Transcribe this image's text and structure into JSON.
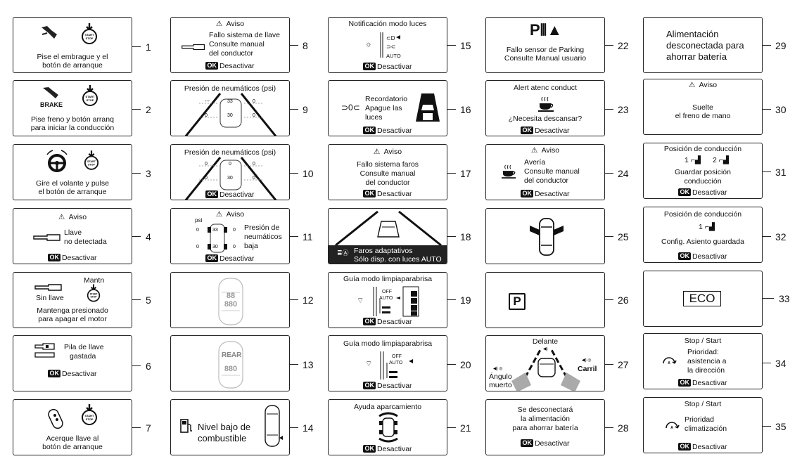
{
  "panels": [
    {
      "num": "1",
      "lines": [
        "Pise el embrague y el",
        "botón de arranque"
      ]
    },
    {
      "num": "2",
      "brake": "BRAKE",
      "lines": [
        "Pise freno y botón arranq",
        "para iniciar la conducción"
      ]
    },
    {
      "num": "3",
      "lines": [
        "Gire el volante y pulse",
        "el botón de arranque"
      ]
    },
    {
      "num": "4",
      "warn": "Aviso",
      "lines": [
        "Llave",
        "no detectada"
      ],
      "ok": "OK",
      "action": "Desactivar"
    },
    {
      "num": "5",
      "top": "Mantn",
      "left": "Sin llave",
      "lines": [
        "Mantenga presionado",
        "para apagar el motor"
      ]
    },
    {
      "num": "6",
      "lines": [
        "Pila de llave",
        "gastada"
      ],
      "ok": "OK",
      "action": "Desactivar"
    },
    {
      "num": "7",
      "lines": [
        "Acerque llave al",
        "botón de arranque"
      ]
    },
    {
      "num": "8",
      "warn": "Aviso",
      "lines": [
        "Fallo sistema de llave",
        "Consulte manual",
        "del conductor"
      ],
      "ok": "OK",
      "action": "Desactivar"
    },
    {
      "num": "9",
      "title": "Presión de neumáticos (psi)",
      "values": [
        "---",
        "0",
        "33",
        "0",
        "30",
        "0"
      ]
    },
    {
      "num": "10",
      "title": "Presión de neumáticos (psi)",
      "values": [
        "0",
        "0",
        "0",
        "0",
        "30",
        "0"
      ],
      "ok": "OK",
      "action": "Desactivar"
    },
    {
      "num": "11",
      "warn": "Aviso",
      "unit": "psi",
      "values": [
        "0",
        "33",
        "0",
        "0",
        "30",
        "0"
      ],
      "lines": [
        "Presión de",
        "neumáticos",
        "baja"
      ],
      "ok": "OK",
      "action": "Desactivar"
    },
    {
      "num": "12"
    },
    {
      "num": "13",
      "label": "REAR"
    },
    {
      "num": "14",
      "lines": [
        "Nivel bajo de",
        "combustible"
      ]
    },
    {
      "num": "15",
      "title": "Notificación modo luces",
      "auto": "AUTO",
      "ok": "OK",
      "action": "Desactivar"
    },
    {
      "num": "16",
      "lines": [
        "Recordatorio",
        "Apague las",
        "luces"
      ],
      "ok": "OK",
      "action": "Desactivar"
    },
    {
      "num": "17",
      "warn": "Aviso",
      "lines": [
        "Fallo sistema faros",
        "Consulte manual",
        "del conductor"
      ],
      "ok": "OK",
      "action": "Desactivar"
    },
    {
      "num": "18",
      "lines": [
        "Faros adaptativos",
        "Sólo disp. con luces AUTO"
      ]
    },
    {
      "num": "19",
      "title": "Guía modo limpiaparabrisa",
      "off": "OFF",
      "auto": "AUTO",
      "ok": "OK",
      "action": "Desactivar"
    },
    {
      "num": "20",
      "title": "Guía modo limpiaparabrisa",
      "off": "OFF",
      "auto": "AUTO",
      "ok": "OK",
      "action": "Desactivar"
    },
    {
      "num": "21",
      "title": "Ayuda aparcamiento",
      "ok": "OK",
      "action": "Desactivar"
    },
    {
      "num": "22",
      "lines": [
        "Fallo sensor de Parking",
        "Consulte Manual usuario"
      ]
    },
    {
      "num": "23",
      "title": "Alert atenc conduct",
      "lines": [
        "¿Necesita descansar?"
      ],
      "ok": "OK",
      "action": "Desactivar"
    },
    {
      "num": "24",
      "warn": "Aviso",
      "lines": [
        "Avería",
        "Consulte manual",
        "del conductor"
      ],
      "ok": "OK",
      "action": "Desactivar"
    },
    {
      "num": "25"
    },
    {
      "num": "26",
      "label": "P"
    },
    {
      "num": "27",
      "top": "Delante",
      "right": "Carril",
      "left": [
        "Ángulo",
        "muerto"
      ]
    },
    {
      "num": "28",
      "lines": [
        "Se desconectará",
        "la alimentación",
        "para ahorrar batería"
      ],
      "ok": "OK",
      "action": "Desactivar"
    },
    {
      "num": "29",
      "lines": [
        "Alimentación",
        "desconectada para",
        "ahorrar batería"
      ]
    },
    {
      "num": "30",
      "warn": "Aviso",
      "lines": [
        "Suelte",
        "el freno de mano"
      ]
    },
    {
      "num": "31",
      "title": "Posición de conducción",
      "seats": [
        "1",
        "2"
      ],
      "lines": [
        "Guardar posición",
        "conducción"
      ],
      "ok": "OK",
      "action": "Desactivar"
    },
    {
      "num": "32",
      "title": "Posición de conducción",
      "seats": [
        "1"
      ],
      "lines": [
        "Config. Asiento guardada"
      ],
      "ok": "OK",
      "action": "Desactivar"
    },
    {
      "num": "33",
      "label": "ECO"
    },
    {
      "num": "34",
      "title": "Stop / Start",
      "lines": [
        "Prioridad:",
        "asistencia a",
        "la dirección"
      ],
      "ok": "OK",
      "action": "Desactivar"
    },
    {
      "num": "35",
      "title": "Stop / Start",
      "lines": [
        "Prioridad",
        "climatización"
      ],
      "ok": "OK",
      "action": "Desactivar"
    }
  ],
  "icons": {
    "start_stop": [
      "START",
      "STOP"
    ],
    "auto_badge": "AUTO",
    "pedal": "clutch-pedal-icon",
    "key": "key-icon",
    "warning": "warning-triangle-icon"
  }
}
